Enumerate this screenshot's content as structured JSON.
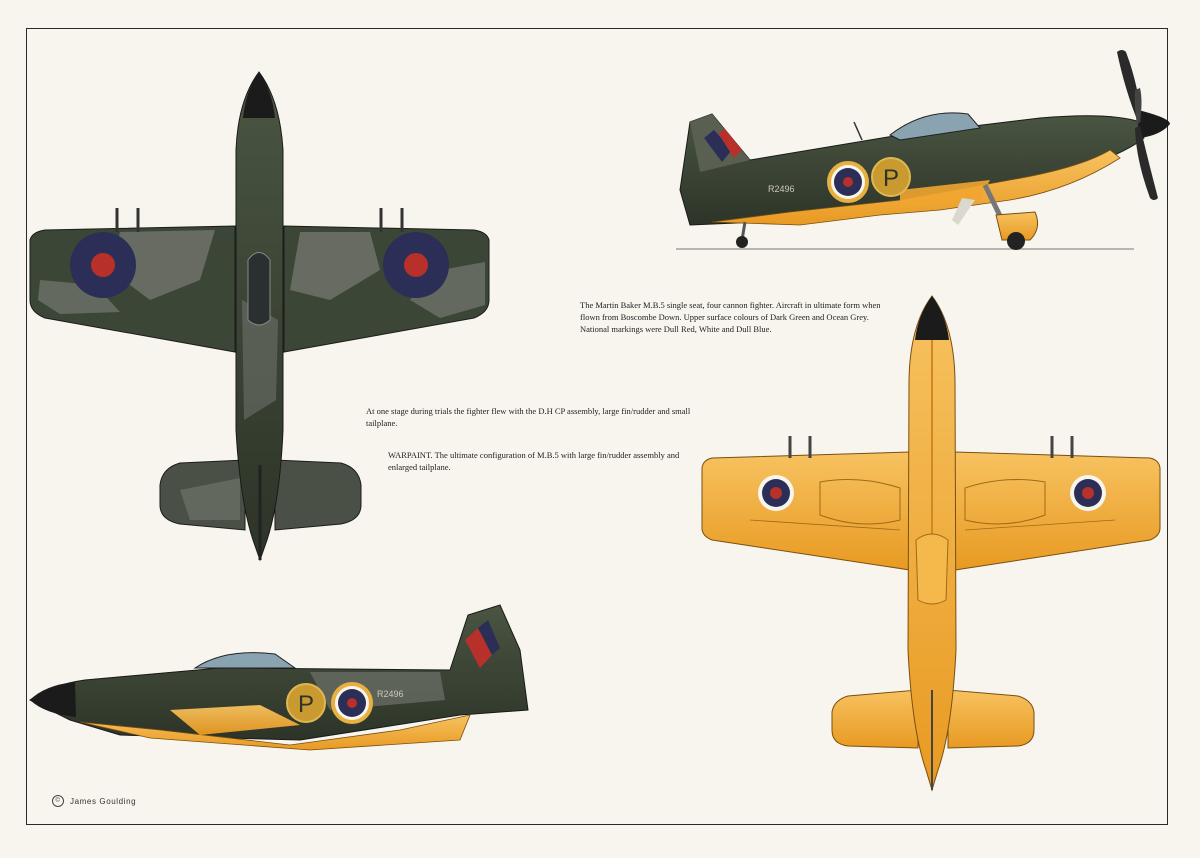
{
  "captions": {
    "main": "The Martin Baker M.B.5 single seat, four cannon fighter. Aircraft in ultimate form when flown from Boscombe Down. Upper surface colours of Dark Green and Ocean Grey. National markings were Dull Red, White and Dull Blue.",
    "early_stage": "At one stage during trials the fighter flew with the D.H CP assembly, large fin/rudder and small tailplane.",
    "warpaint": "WARPAINT. The ultimate configuration of M.B.5 with large fin/rudder assembly and enlarged tailplane."
  },
  "markings": {
    "code_letter": "P",
    "serial": "R2496"
  },
  "credit": {
    "artist": "James Goulding",
    "logo_text": "©"
  },
  "colors": {
    "dark_green": "#3a4532",
    "ocean_grey": "#6b6e66",
    "trainer_yellow": "#f2ae3a",
    "roundel_blue": "#2b2f57",
    "roundel_red": "#b8302a",
    "background": "#f7f5ee"
  }
}
